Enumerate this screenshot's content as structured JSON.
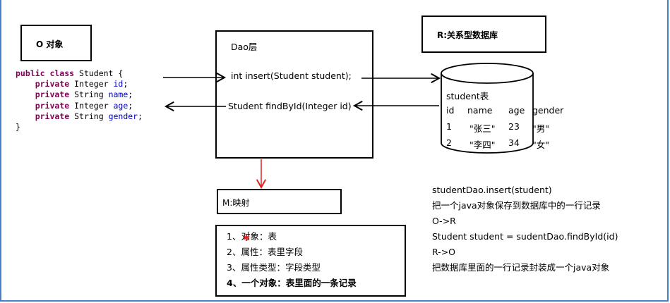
{
  "o_box": {
    "title": "O 对象"
  },
  "code": {
    "line1_kw": "public class",
    "line1_rest": " Student {",
    "fields": [
      {
        "kw": "private",
        "type": " Integer ",
        "name": "id",
        "end": ";"
      },
      {
        "kw": "private",
        "type": " String ",
        "name": "name",
        "end": ";"
      },
      {
        "kw": "private",
        "type": " Integer ",
        "name": "age",
        "end": ";"
      },
      {
        "kw": "private",
        "type": " String ",
        "name": "gender",
        "end": ";"
      }
    ],
    "closing": "}"
  },
  "dao_box": {
    "title": "Dao层",
    "method_insert": "int  insert(Student student);",
    "method_find": "Student findById(Integer id)"
  },
  "r_box": {
    "title": "R:关系型数据库"
  },
  "table": {
    "name": "student表",
    "headers": [
      "id",
      "name",
      "age",
      "gender"
    ],
    "rows": [
      [
        "1",
        "\"张三\"",
        "23",
        "\"男\""
      ],
      [
        "2",
        "\"李四\"",
        "34",
        "\"女\""
      ]
    ]
  },
  "m_box": {
    "title": "M:映射"
  },
  "mapping_list": {
    "item1_prefix": "1、",
    "item1_struck": "对",
    "item1_rest": "象：表",
    "item2": "2、属性：表里字段",
    "item3": "3、属性类型：字段类型",
    "item4": "4、一个对象：表里面的一条记录"
  },
  "notes": [
    "studentDao.insert(student)",
    "把一个java对象保存到数据库中的一行记录",
    "O->R",
    "Student student = sudentDao.findById(id)",
    "R->O",
    "把数据库里面的一行记录封装成一个java对象"
  ],
  "colors": {
    "frame": "#4a7ec9",
    "keyword": "#7f0055",
    "field": "#0000c0",
    "mapping_arrow": "#e02020"
  }
}
